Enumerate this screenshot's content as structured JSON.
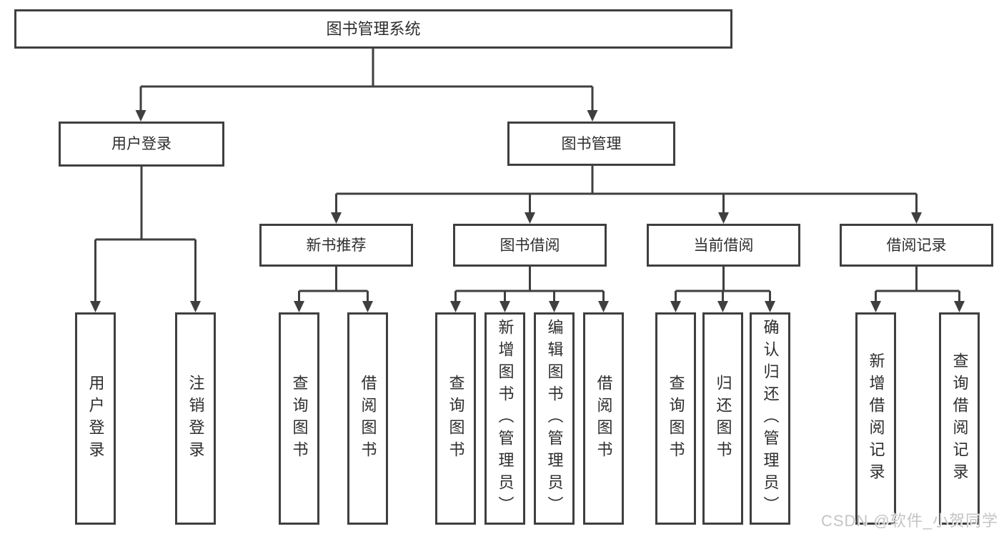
{
  "tree": {
    "root": {
      "label": "图书管理系统"
    },
    "user_login": {
      "label": "用户登录",
      "children": [
        {
          "label": "用户登录"
        },
        {
          "label": "注销登录"
        }
      ]
    },
    "book_management": {
      "label": "图书管理",
      "sections": [
        {
          "label": "新书推荐",
          "children": [
            {
              "label": "查询图书"
            },
            {
              "label": "借阅图书"
            }
          ]
        },
        {
          "label": "图书借阅",
          "children": [
            {
              "label": "查询图书"
            },
            {
              "label": "新增图书（管理员）"
            },
            {
              "label": "编辑图书（管理员）"
            },
            {
              "label": "借阅图书"
            }
          ]
        },
        {
          "label": "当前借阅",
          "children": [
            {
              "label": "查询图书"
            },
            {
              "label": "归还图书"
            },
            {
              "label": "确认归还（管理员）"
            }
          ]
        },
        {
          "label": "借阅记录",
          "children": [
            {
              "label": "新增借阅记录"
            },
            {
              "label": "查询借阅记录"
            }
          ]
        }
      ]
    }
  },
  "watermark": {
    "text": "CSDN @软件_小贺同学"
  },
  "colors": {
    "line": "#3f3f3f",
    "text": "#2d2d2d",
    "watermark": "#c4c4c4",
    "background": "#ffffff"
  }
}
